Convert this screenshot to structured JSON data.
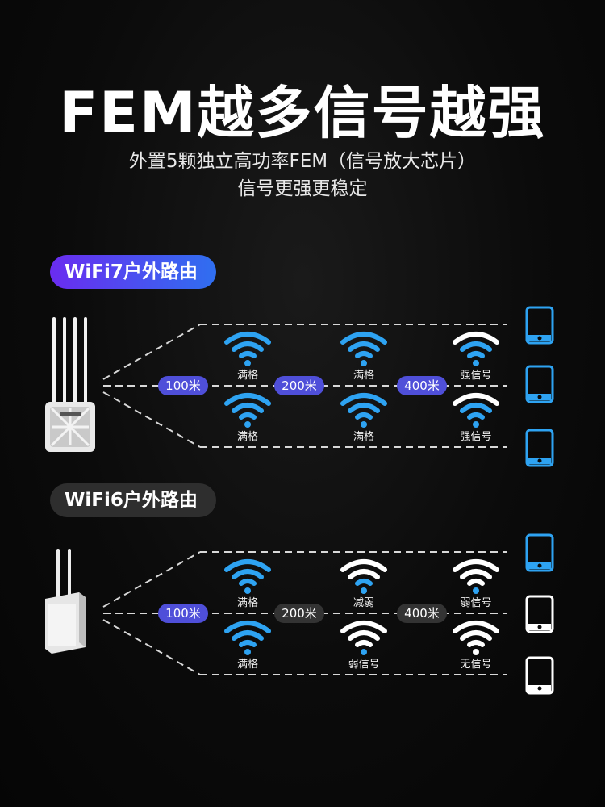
{
  "title": "FEM越多信号越强",
  "subtitle_line1": "外置5颗独立高功率FEM（信号放大芯片）",
  "subtitle_line2": "信号更强更稳定",
  "colors": {
    "accent_blue": "#2ea3f2",
    "pill_purple": "#6a2cf0",
    "white": "#ffffff"
  },
  "wifi7": {
    "label": "WiFi7户外路由",
    "distances": [
      "100米",
      "200米",
      "400米"
    ],
    "top_signals": [
      "满格",
      "满格",
      "强信号"
    ],
    "bottom_signals": [
      "满格",
      "满格",
      "强信号"
    ]
  },
  "wifi6": {
    "label": "WiFi6户外路由",
    "distances": [
      "100米",
      "200米",
      "400米"
    ],
    "top_signals": [
      "满格",
      "减弱",
      "弱信号"
    ],
    "bottom_signals": [
      "满格",
      "弱信号",
      "无信号"
    ]
  }
}
